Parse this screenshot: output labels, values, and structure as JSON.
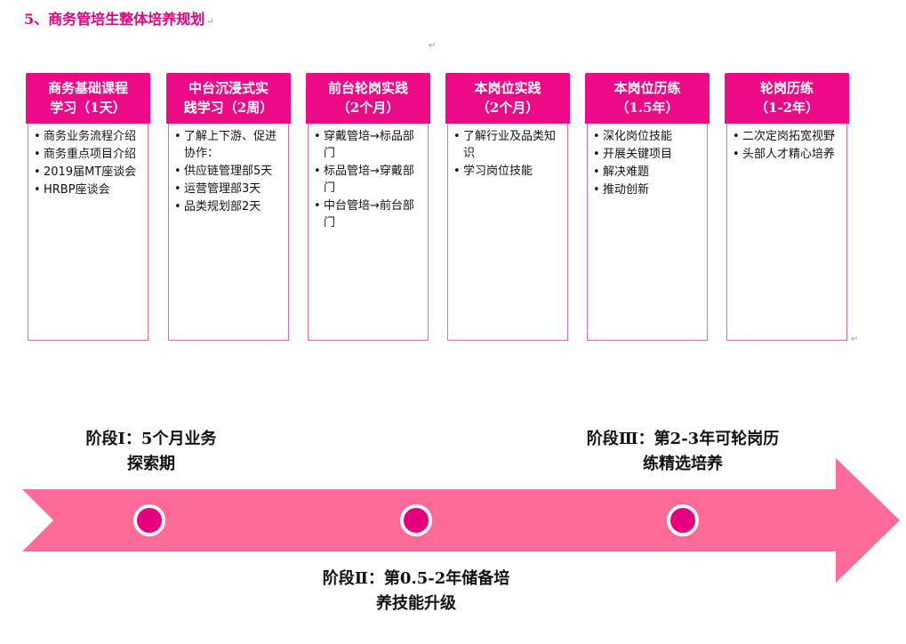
{
  "title": "5、商务管培生整体培养规划",
  "paragraph_mark": "↵",
  "cards": [
    {
      "title": [
        "商务基础课程",
        "学习（1天）"
      ],
      "items": [
        "商务业务流程介绍",
        "商务重点项目介绍",
        "2019届MT座谈会",
        "HRBP座谈会"
      ]
    },
    {
      "title": [
        "中台沉浸式实",
        "践学习（2周）"
      ],
      "items": [
        "了解上下游、促进协作：",
        "供应链管理部5天",
        "运营管理部3天",
        "品类规划部2天"
      ]
    },
    {
      "title": [
        "前台轮岗实践",
        "（2个月）"
      ],
      "items": [
        "穿戴管培→标品部门",
        "标品管培→穿戴部门",
        "中台管培→前台部门"
      ]
    },
    {
      "title": [
        "本岗位实践",
        "（2个月）"
      ],
      "items": [
        "了解行业及品类知识",
        "学习岗位技能"
      ]
    },
    {
      "title": [
        "本岗位历练",
        "（1.5年）"
      ],
      "items": [
        "深化岗位技能",
        "开展关键项目",
        "解决难题",
        "推动创新"
      ]
    },
    {
      "title": [
        "轮岗历练",
        "（1-2年）"
      ],
      "items": [
        "二次定岗拓宽视野",
        "头部人才精心培养"
      ]
    }
  ],
  "stages": [
    {
      "lines": [
        "阶段Ⅰ：5个月业务",
        "探索期"
      ]
    },
    {
      "lines": [
        "阶段Ⅱ：第0.5-2年储备培",
        "养技能升级"
      ]
    },
    {
      "lines": [
        "阶段Ⅲ：第2-3年可轮岗历",
        "练精选培养"
      ]
    }
  ],
  "colors": {
    "accent": "#EC0A86",
    "arrow": "#FF6B98",
    "dot": "#E5007F"
  }
}
